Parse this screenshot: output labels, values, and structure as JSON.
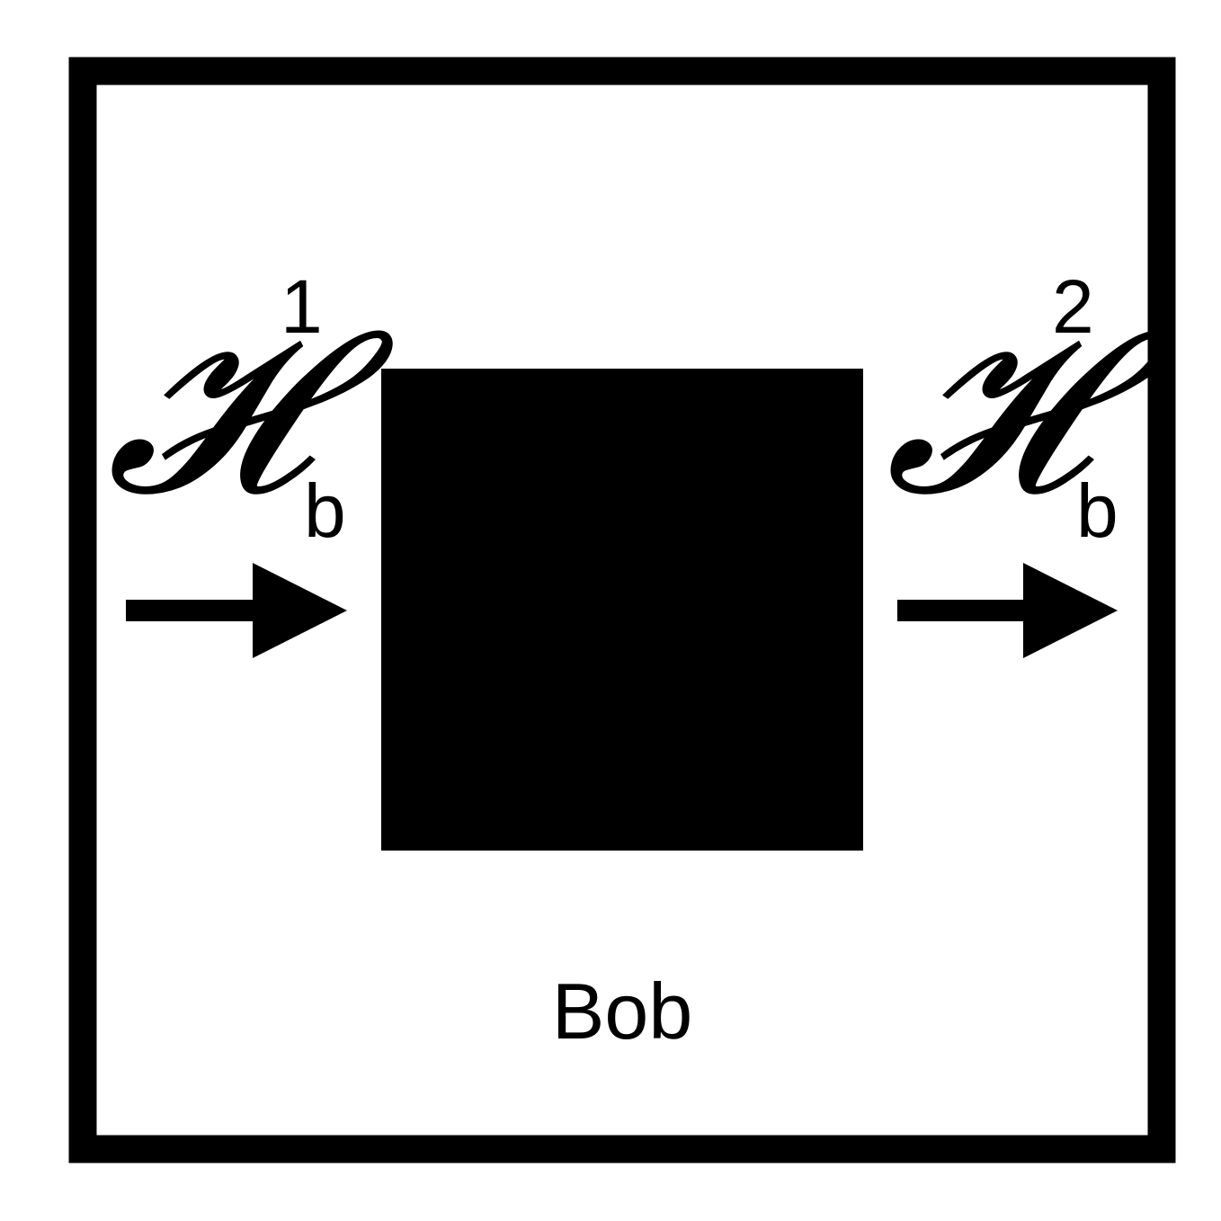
{
  "diagram": {
    "box_label": "Bob",
    "input_space": {
      "symbol": "𝓗",
      "superscript": "1",
      "subscript": "b"
    },
    "output_space": {
      "symbol": "𝓗",
      "superscript": "2",
      "subscript": "b"
    },
    "colors": {
      "stroke": "#000000",
      "background": "#ffffff"
    }
  }
}
